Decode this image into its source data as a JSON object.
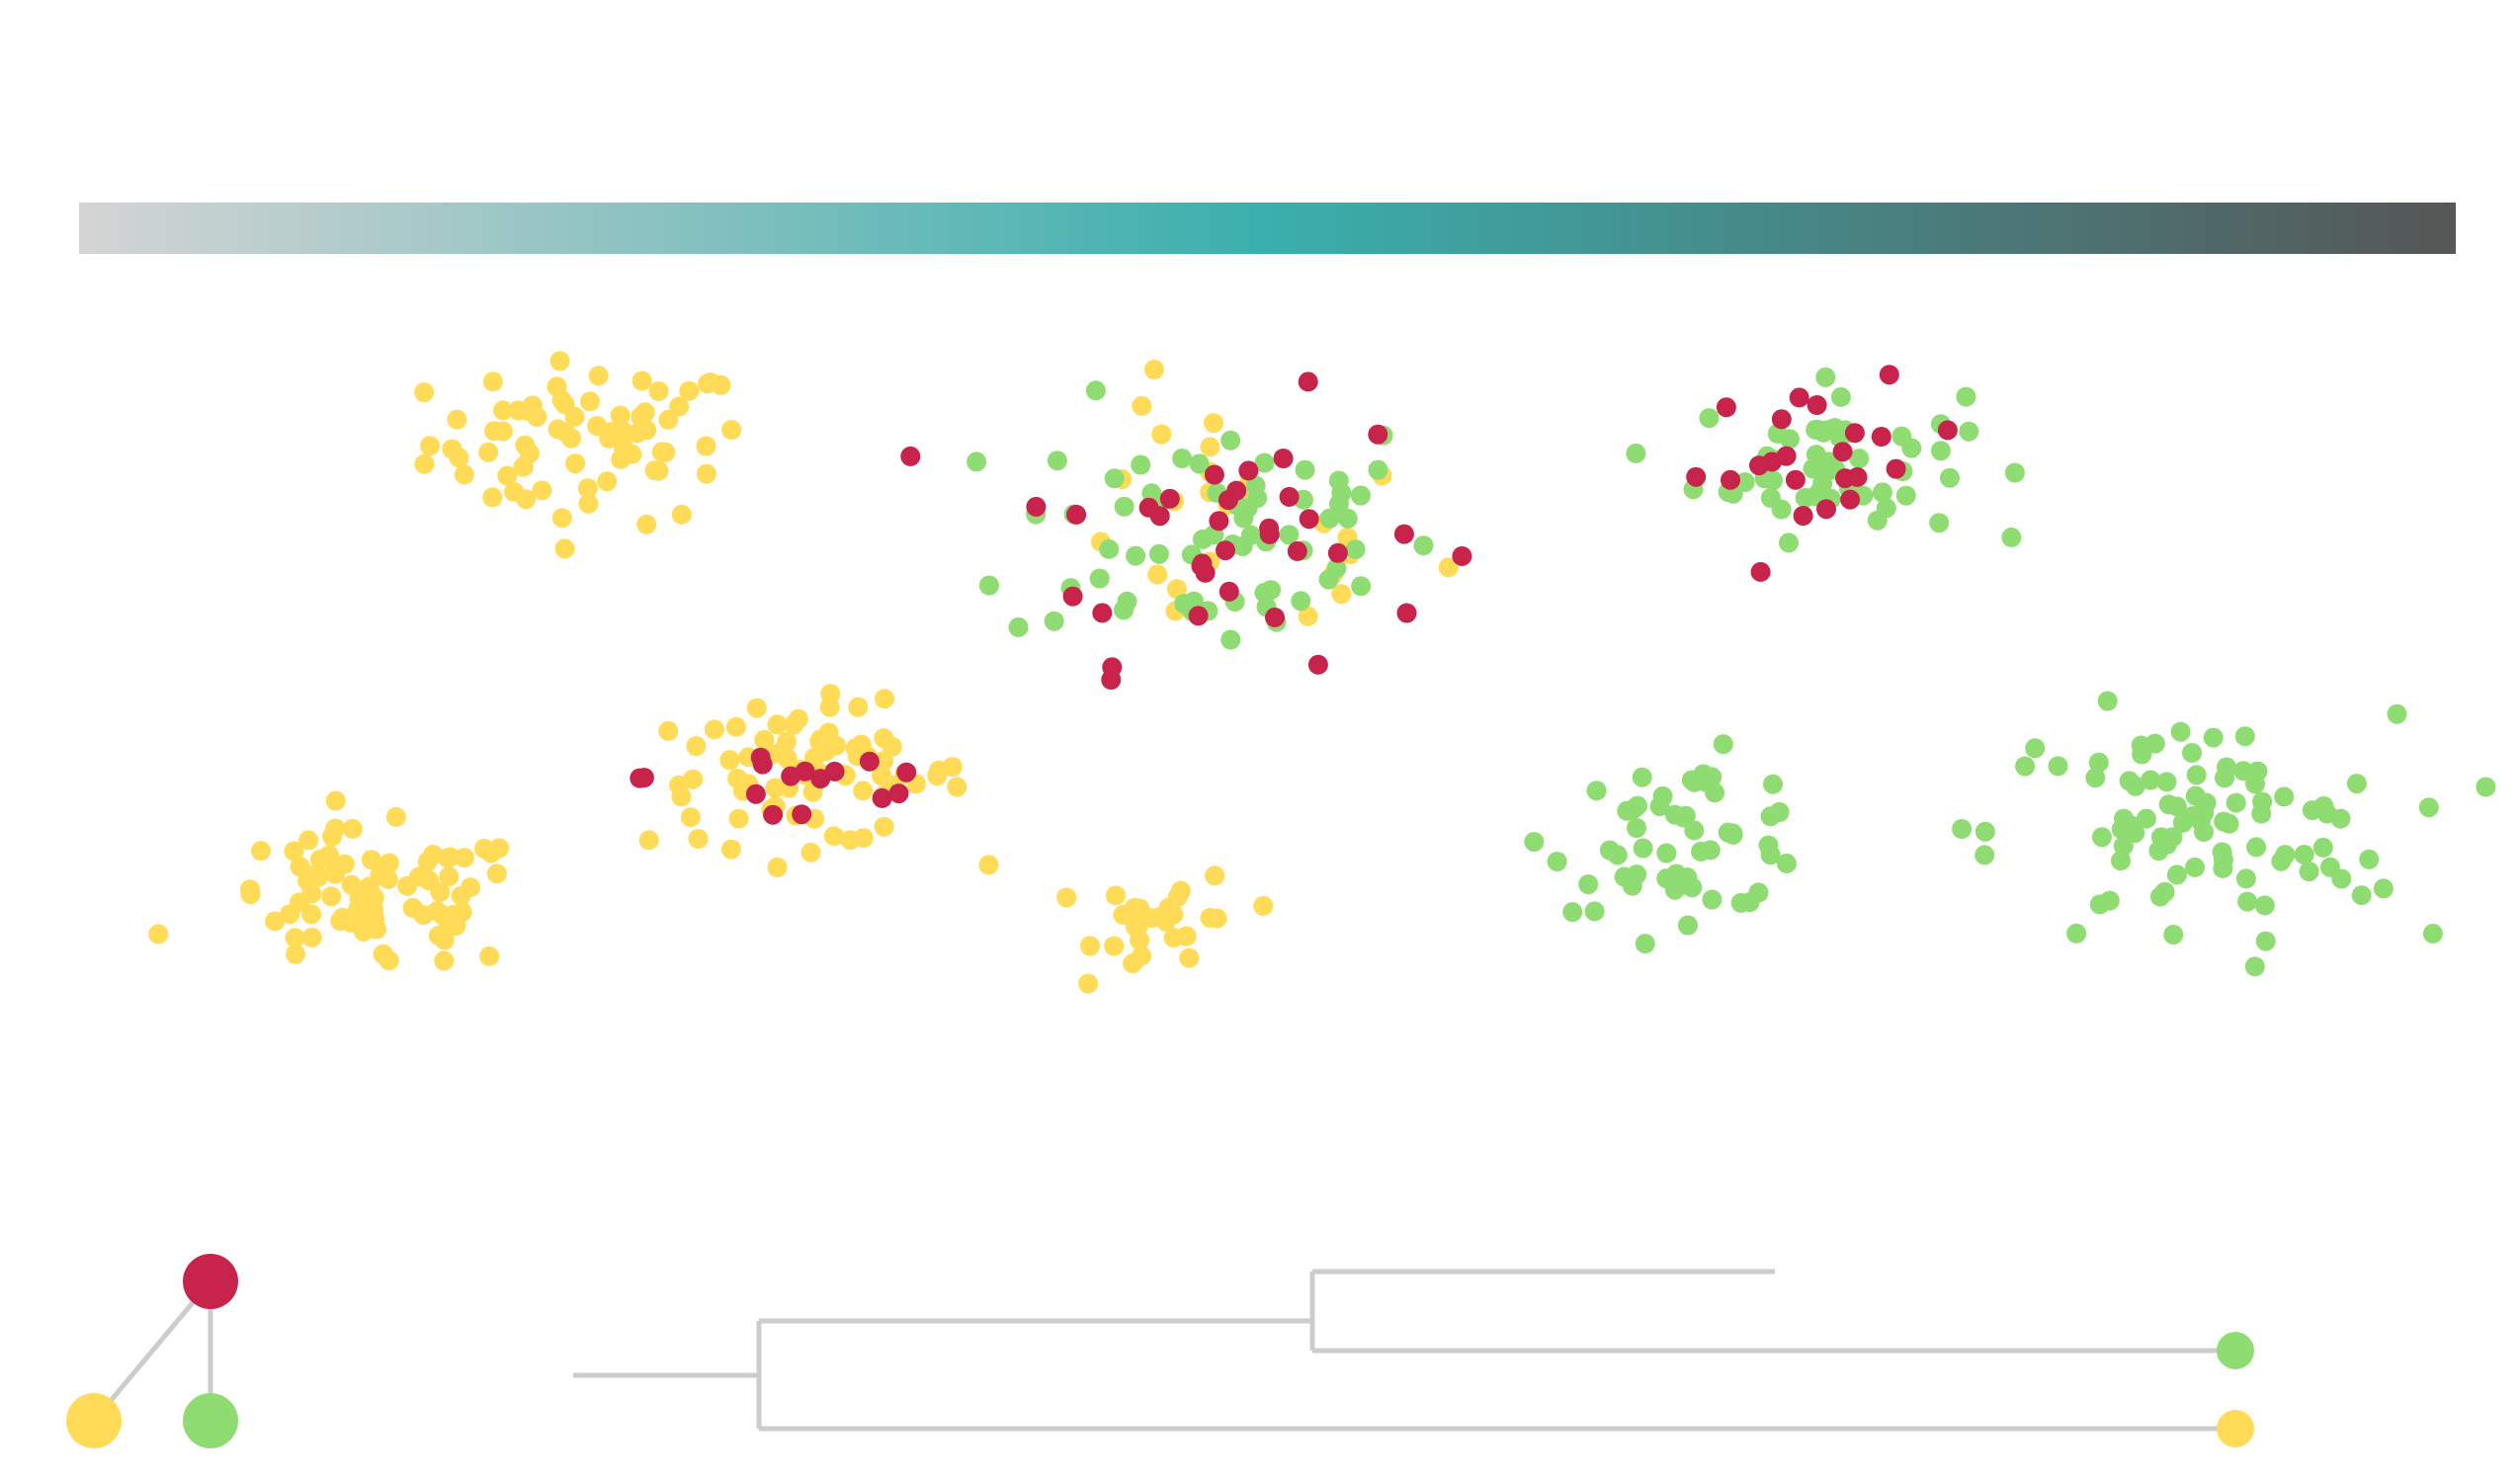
{
  "colors": {
    "gradient": [
      "#d4d4d4",
      "#3aafad",
      "#565656"
    ],
    "clade_red": "#c8234a",
    "clade_yellow": "#ffdb58",
    "clade_green": "#8fdc72",
    "tree_line": "#cccccc"
  },
  "chart_data": {
    "type": "scatter",
    "title": "",
    "xlabel": "",
    "ylabel": "",
    "xlim": [
      0,
      100
    ],
    "ylim": [
      0,
      100
    ],
    "grid": false,
    "legend": "none",
    "clusters": [
      {
        "center": [
          21,
          82
        ],
        "spread": [
          6.0,
          7.5
        ],
        "counts": {
          "yellow": 70,
          "red": 0,
          "green": 0
        }
      },
      {
        "center": [
          47,
          73
        ],
        "spread": [
          8.0,
          12.0
        ],
        "counts": {
          "yellow": 25,
          "red": 35,
          "green": 65
        }
      },
      {
        "center": [
          72,
          80
        ],
        "spread": [
          5.0,
          7.0
        ],
        "counts": {
          "yellow": 0,
          "red": 22,
          "green": 55
        }
      },
      {
        "center": [
          30,
          48
        ],
        "spread": [
          6.0,
          6.5
        ],
        "counts": {
          "yellow": 75,
          "red": 15,
          "green": 0
        }
      },
      {
        "center": [
          12,
          35
        ],
        "spread": [
          6.0,
          6.5
        ],
        "counts": {
          "yellow": 80,
          "red": 0,
          "green": 0
        }
      },
      {
        "center": [
          45,
          33
        ],
        "spread": [
          2.8,
          4.5
        ],
        "counts": {
          "yellow": 30,
          "red": 0,
          "green": 0
        }
      },
      {
        "center": [
          66,
          42
        ],
        "spread": [
          5.0,
          7.0
        ],
        "counts": {
          "yellow": 0,
          "red": 0,
          "green": 55
        }
      },
      {
        "center": [
          87,
          42
        ],
        "spread": [
          7.5,
          11.0
        ],
        "counts": {
          "yellow": 0,
          "red": 0,
          "green": 90
        }
      }
    ]
  },
  "hierarchy": {
    "root": "red",
    "children": [
      "yellow",
      "green"
    ]
  },
  "dendrogram": {
    "leaves": [
      "upper",
      "green",
      "yellow"
    ]
  }
}
